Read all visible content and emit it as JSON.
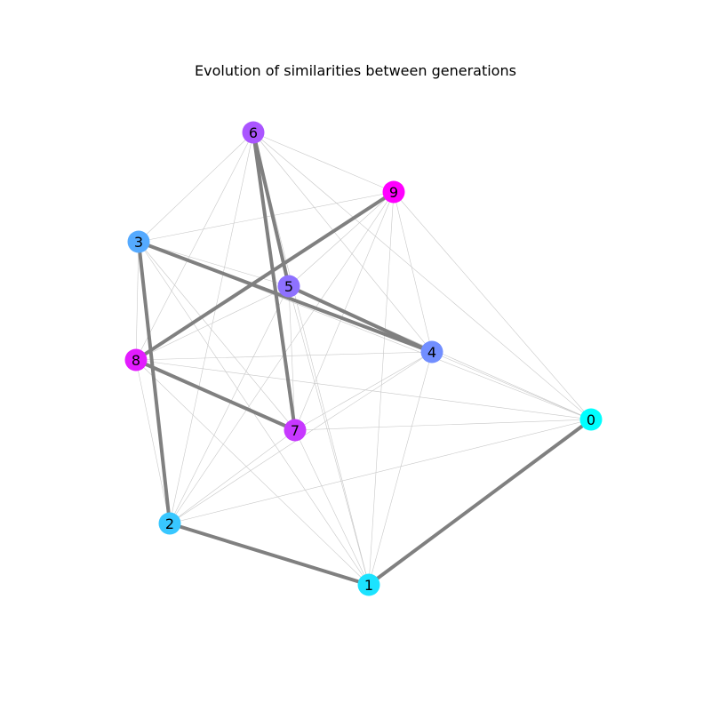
{
  "title": "Evolution of similarities between generations",
  "graph": {
    "nodes": [
      {
        "id": "0",
        "label": "0",
        "color": "#00ffff"
      },
      {
        "id": "1",
        "label": "1",
        "color": "#1ce3ff"
      },
      {
        "id": "2",
        "label": "2",
        "color": "#38c7ff"
      },
      {
        "id": "3",
        "label": "3",
        "color": "#55aaff"
      },
      {
        "id": "4",
        "label": "4",
        "color": "#718eff"
      },
      {
        "id": "5",
        "label": "5",
        "color": "#8e71ff"
      },
      {
        "id": "6",
        "label": "6",
        "color": "#aa55ff"
      },
      {
        "id": "7",
        "label": "7",
        "color": "#c738ff"
      },
      {
        "id": "8",
        "label": "8",
        "color": "#e31cff"
      },
      {
        "id": "9",
        "label": "9",
        "color": "#ff00ff"
      }
    ],
    "strong_edges": [
      {
        "source": "0",
        "target": "1"
      },
      {
        "source": "1",
        "target": "2"
      },
      {
        "source": "2",
        "target": "3"
      },
      {
        "source": "3",
        "target": "4"
      },
      {
        "source": "4",
        "target": "5"
      },
      {
        "source": "5",
        "target": "6"
      },
      {
        "source": "6",
        "target": "7"
      },
      {
        "source": "7",
        "target": "8"
      },
      {
        "source": "8",
        "target": "9"
      }
    ],
    "edge_color": "#808080"
  }
}
